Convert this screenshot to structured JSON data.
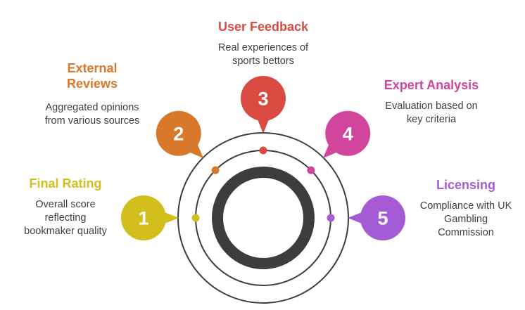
{
  "diagram": {
    "background": "#ffffff",
    "ring_color": "#3d3d3d",
    "description_text_color": "#404040",
    "number_text_color": "#ffffff",
    "items": [
      {
        "number": "1",
        "label": "Final Rating",
        "description": "Overall score\nreflecting\nbookmaker quality",
        "color": "#d2be1c",
        "angle_deg": 180,
        "position": "left"
      },
      {
        "number": "2",
        "label": "External Reviews",
        "description": "Aggregated opinions\nfrom various sources",
        "color": "#d8782b",
        "angle_deg": 135,
        "position": "upper-left"
      },
      {
        "number": "3",
        "label": "User Feedback",
        "description": "Real experiences of\nsports bettors",
        "color": "#d94a43",
        "angle_deg": 90,
        "position": "top"
      },
      {
        "number": "4",
        "label": "Expert Analysis",
        "description": "Evaluation based on\nkey criteria",
        "color": "#d1459c",
        "angle_deg": 45,
        "position": "upper-right"
      },
      {
        "number": "5",
        "label": "Licensing",
        "description": "Compliance with UK\nGambling\nCommission",
        "color": "#a55ad6",
        "angle_deg": 0,
        "position": "right"
      }
    ]
  }
}
